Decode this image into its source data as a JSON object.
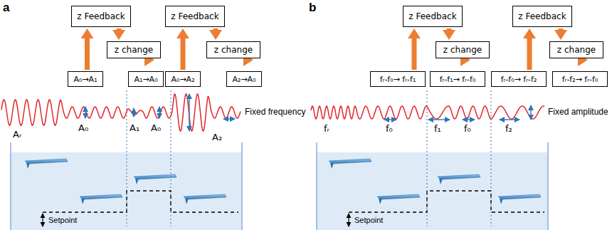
{
  "diagram": {
    "nodes": [
      {
        "text": [
          "z Feedback"
        ]
      },
      {
        "text": [
          "z change"
        ]
      },
      {
        "text": [
          "A₀→A₁"
        ]
      },
      {
        "text": [
          "A₁→A₀"
        ]
      },
      {
        "text": [
          "z Feedback"
        ]
      },
      {
        "text": [
          "z change"
        ]
      },
      {
        "text": [
          "A₀→A₂"
        ]
      },
      {
        "text": [
          "A₂→A₀"
        ]
      },
      {
        "text": [
          "z Feedback"
        ]
      },
      {
        "text": [
          "z change"
        ]
      },
      {
        "text": [
          "fᵣ-f₀→ fᵣ-f₁"
        ]
      },
      {
        "text": [
          "fᵣ-f₁→ fᵣ-f₀"
        ]
      },
      {
        "text": [
          "z Feedback"
        ]
      },
      {
        "text": [
          "z change"
        ]
      },
      {
        "text": [
          "fᵣ-f₀→ fᵣ-f₂"
        ]
      },
      {
        "text": [
          "fᵣ-f₂→ fᵣ-f₀"
        ]
      }
    ],
    "edges": [
      {
        "from": 2,
        "to": 0,
        "arrow": "to"
      },
      {
        "from": 0,
        "to": 1,
        "arrow": "to"
      },
      {
        "from": 1,
        "to": 3,
        "arrow": "to"
      },
      {
        "from": 6,
        "to": 4,
        "arrow": "to"
      },
      {
        "from": 4,
        "to": 5,
        "arrow": "to"
      },
      {
        "from": 5,
        "to": 7,
        "arrow": "to"
      },
      {
        "from": 10,
        "to": 8,
        "arrow": "to"
      },
      {
        "from": 8,
        "to": 9,
        "arrow": "to"
      },
      {
        "from": 9,
        "to": 11,
        "arrow": "to"
      },
      {
        "from": 14,
        "to": 12,
        "arrow": "to"
      },
      {
        "from": 12,
        "to": 13,
        "arrow": "to"
      },
      {
        "from": 13,
        "to": 15,
        "arrow": "to"
      }
    ],
    "labels": [
      "a",
      "b",
      "Fixed frequency",
      "Aᵣ",
      "A₀",
      "A₁",
      "A₀",
      "A₂",
      "Setpoint",
      "Fixed amplitude",
      "fᵣ",
      "f₀",
      "f₁",
      "f₀",
      "f₂",
      "Setpoint"
    ]
  }
}
